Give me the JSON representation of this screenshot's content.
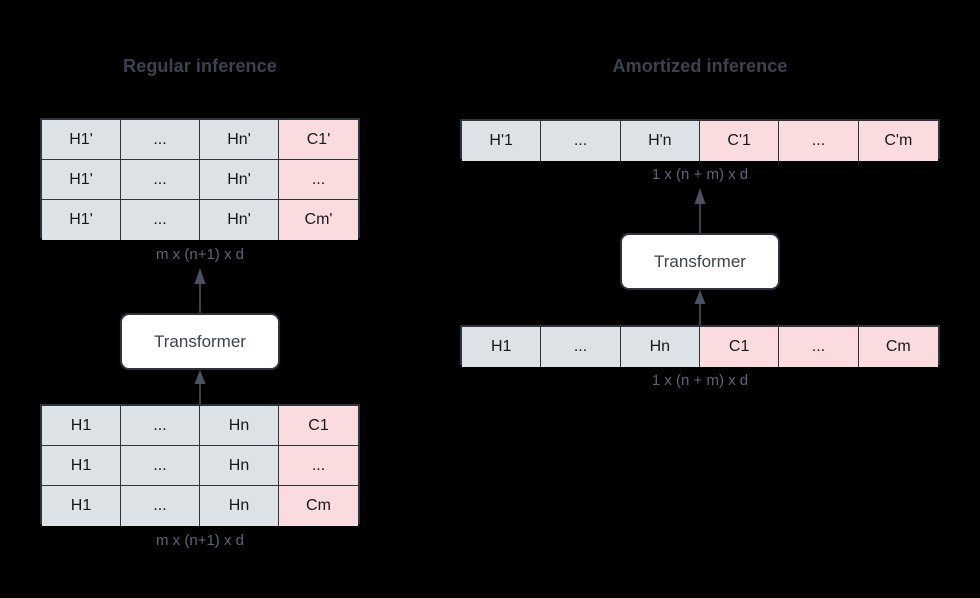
{
  "panels": {
    "left": {
      "title": "Regular inference",
      "output_grid": {
        "rows": [
          [
            "H1'",
            "...",
            "Hn'",
            "C1'"
          ],
          [
            "H1'",
            "...",
            "Hn'",
            "..."
          ],
          [
            "H1'",
            "...",
            "Hn'",
            "Cm'"
          ]
        ],
        "pink_columns": [
          3
        ],
        "dim_label": "m x (n+1) x d"
      },
      "model_box": "Transformer",
      "input_grid": {
        "rows": [
          [
            "H1",
            "...",
            "Hn",
            "C1"
          ],
          [
            "H1",
            "...",
            "Hn",
            "..."
          ],
          [
            "H1",
            "...",
            "Hn",
            "Cm"
          ]
        ],
        "pink_columns": [
          3
        ],
        "dim_label": "m x (n+1) x d"
      }
    },
    "right": {
      "title": "Amortized inference",
      "output_grid": {
        "rows": [
          [
            "H'1",
            "...",
            "H'n",
            "C'1",
            "...",
            "C'm"
          ]
        ],
        "pink_columns": [
          3,
          4,
          5
        ],
        "dim_label": "1 x (n + m) x d"
      },
      "model_box": "Transformer",
      "input_grid": {
        "rows": [
          [
            "H1",
            "...",
            "Hn",
            "C1",
            "...",
            "Cm"
          ]
        ],
        "pink_columns": [
          3,
          4,
          5
        ],
        "dim_label": "1 x (n + m) x d"
      }
    }
  },
  "colors": {
    "background": "#000000",
    "cell_gray": "#dde2e7",
    "cell_pink": "#fadcdf",
    "border": "#2e343d",
    "title_text": "#3c434e",
    "dim_text": "#5c6773",
    "arrow": "#495260"
  }
}
